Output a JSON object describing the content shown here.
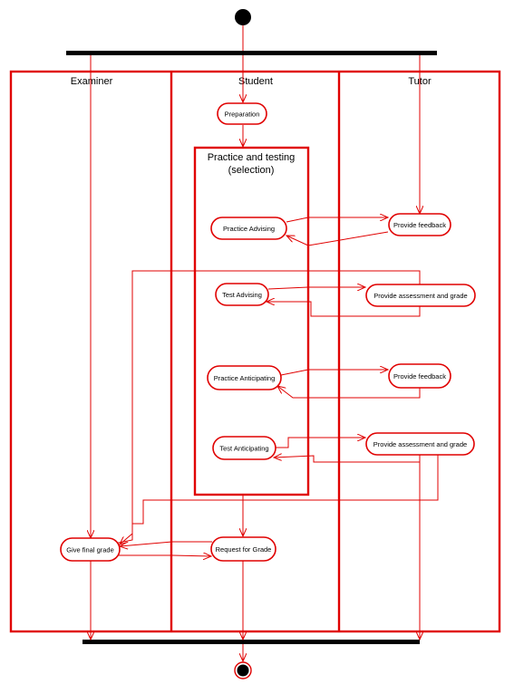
{
  "diagram": {
    "colors": {
      "line": "#e00000",
      "bar": "#000000",
      "node": "#000000"
    },
    "lanes": {
      "examiner": "Examiner",
      "student": "Student",
      "tutor": "Tutor"
    },
    "region": {
      "line1": "Practice and testing",
      "line2": "(selection)"
    },
    "activities": {
      "preparation": "Preparation",
      "practice_advising": "Practice Advising",
      "test_advising": "Test Advising",
      "practice_anticipating": "Practice Anticipating",
      "test_anticipating": "Test Anticipating",
      "request_for_grade": "Request for Grade",
      "give_final_grade": "Give final grade",
      "feedback_1": "Provide feedback",
      "assessment_1": "Provide assessment and grade",
      "feedback_2": "Provide feedback",
      "assessment_2": "Provide assessment and grade"
    }
  }
}
